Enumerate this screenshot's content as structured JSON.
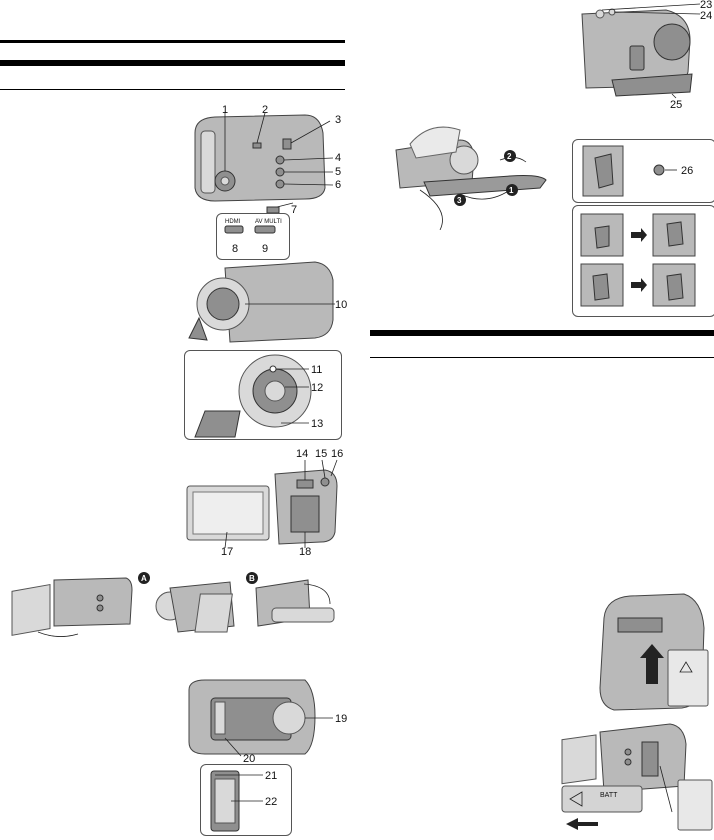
{
  "figures": {
    "top_view": {
      "labels": [
        "23",
        "24",
        "25"
      ]
    },
    "strap": {
      "labels": [
        "1",
        "2",
        "3"
      ]
    },
    "detail_top": {
      "labels": [
        "26"
      ]
    },
    "side_view": {
      "labels": [
        "1",
        "2",
        "3",
        "4",
        "5",
        "6",
        "7"
      ]
    },
    "terminals": {
      "labels": [
        "8",
        "9"
      ],
      "text": [
        "HDMI",
        "AV MULTI"
      ]
    },
    "front_view": {
      "labels": [
        "10"
      ]
    },
    "lens_detail": {
      "labels": [
        "11",
        "12",
        "13"
      ]
    },
    "lcd_view": {
      "labels": [
        "14",
        "15",
        "16",
        "17",
        "18"
      ]
    },
    "open_lcd": {
      "labels": [
        "A",
        "B"
      ]
    },
    "bottom_view": {
      "labels": [
        "19",
        "20"
      ]
    },
    "bottom_detail": {
      "labels": [
        "21",
        "22"
      ]
    },
    "battery": {
      "text": [
        "BATT"
      ]
    }
  },
  "colors": {
    "rule": "#000000",
    "body": "#b9b9b9",
    "box_border": "#555555"
  }
}
